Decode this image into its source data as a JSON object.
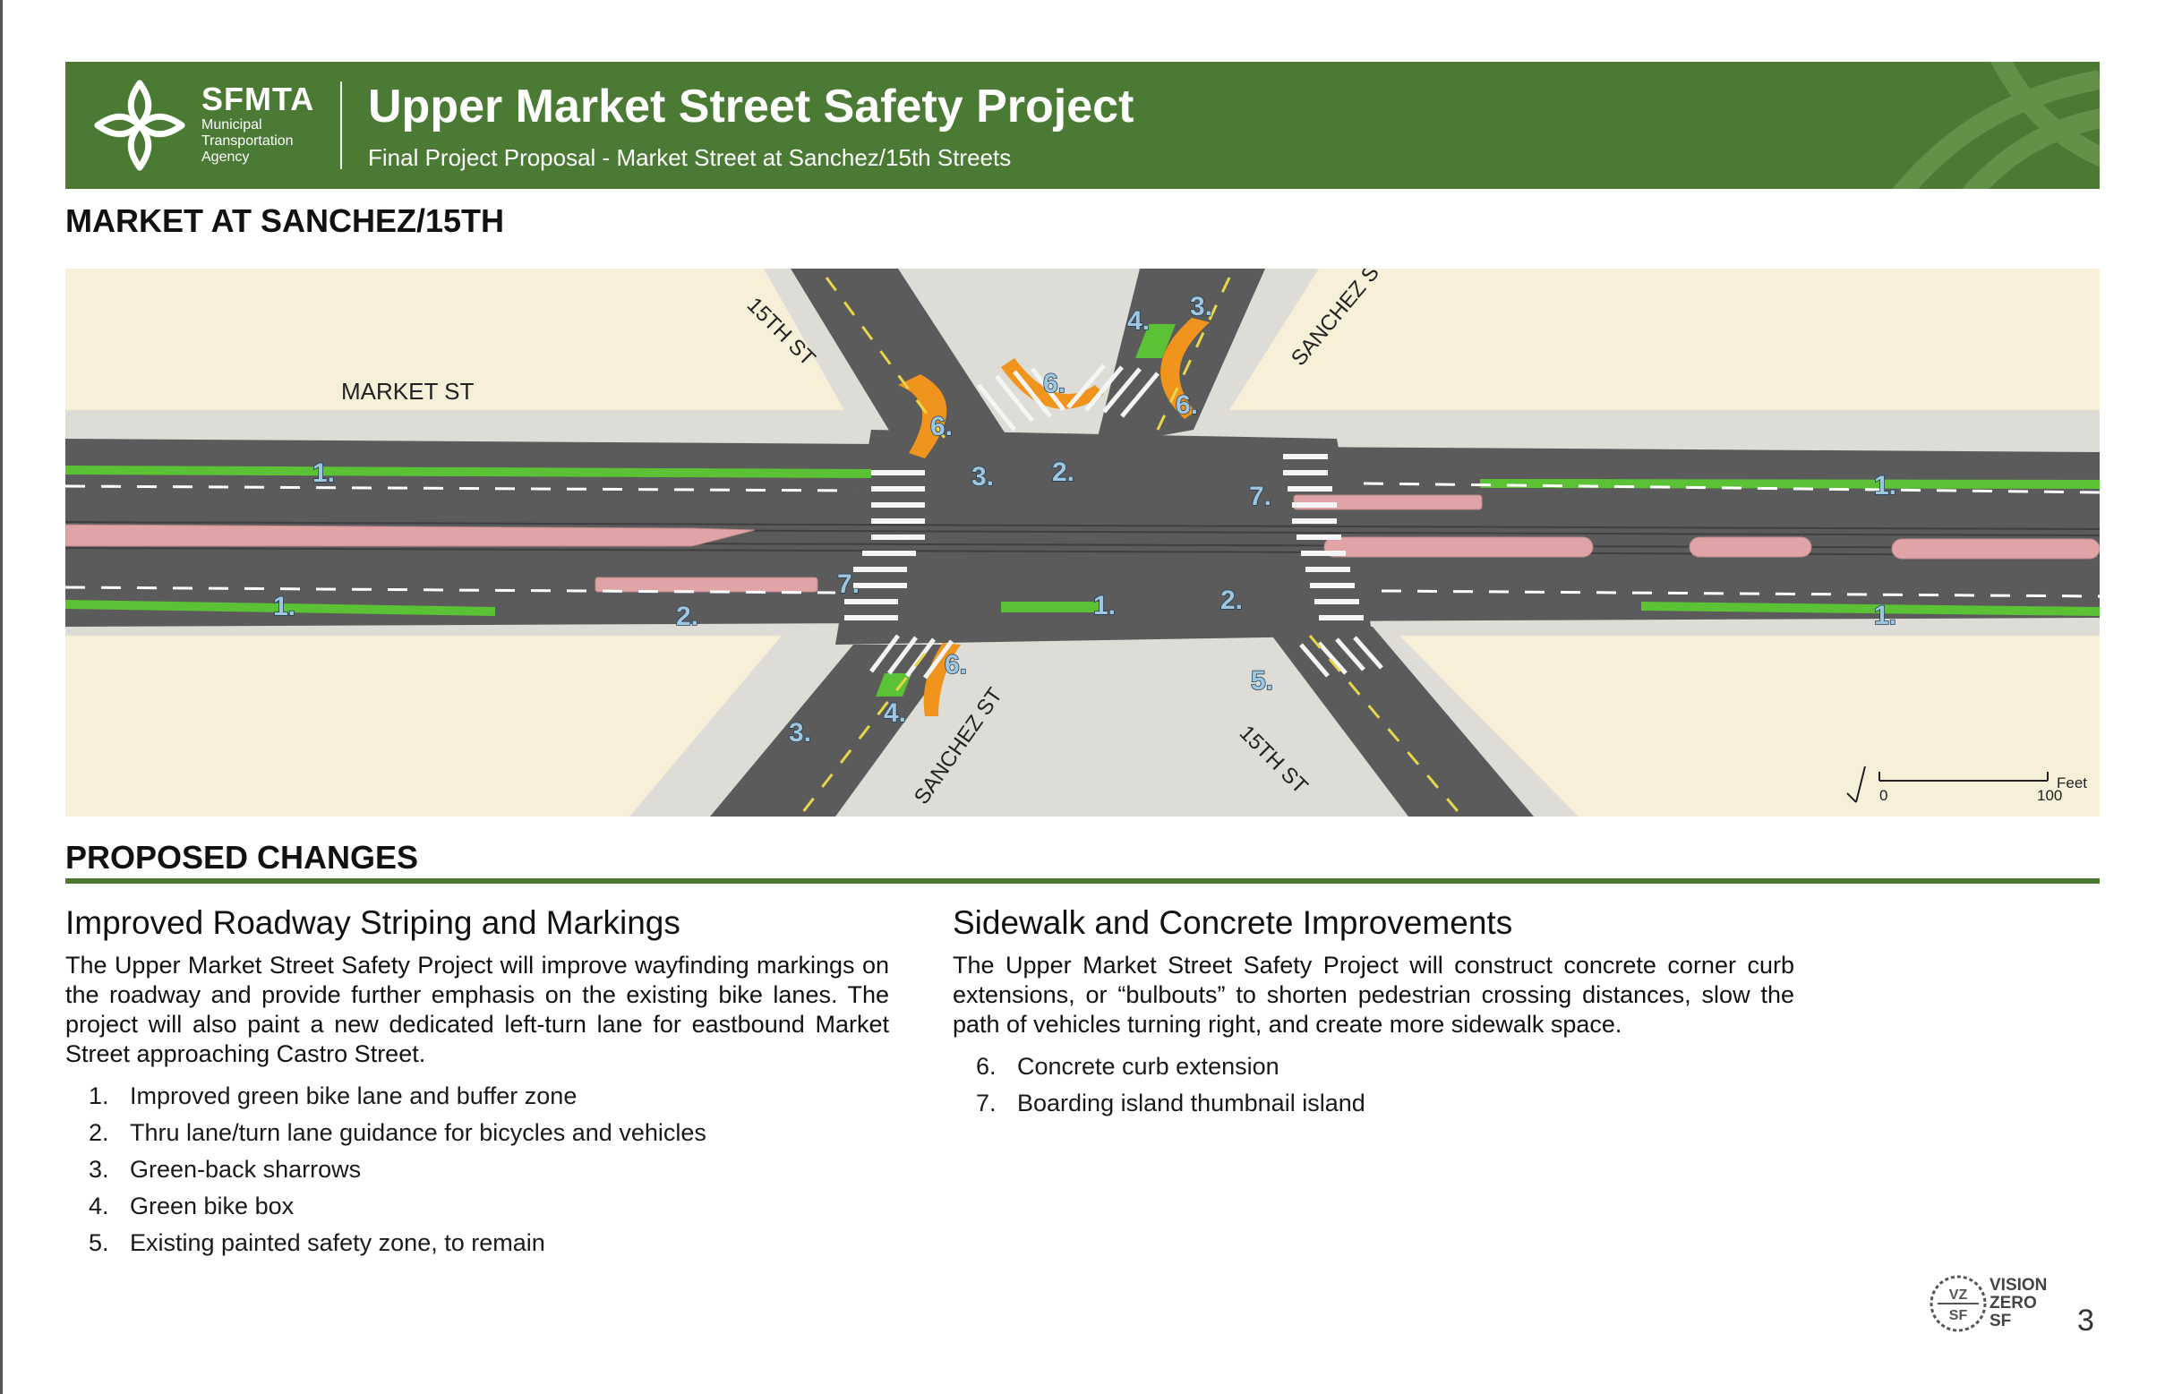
{
  "header": {
    "logo_name": "SFMTA",
    "logo_sub": [
      "Municipal",
      "Transportation",
      "Agency"
    ],
    "title": "Upper Market Street Safety Project",
    "subtitle": "Final Project Proposal - Market Street at Sanchez/15th Streets",
    "bg_color": "#4a7a33"
  },
  "section1": {
    "title": "MARKET AT SANCHEZ/15TH"
  },
  "diagram": {
    "street_labels": {
      "market": "MARKET ST",
      "fifteenth_nw": "15TH ST",
      "sanchez_ne": "SANCHEZ ST",
      "sanchez_sw": "SANCHEZ ST",
      "fifteenth_se": "15TH ST"
    },
    "markers": {
      "m1a": "1.",
      "m1b": "1.",
      "m1c": "1.",
      "m1d": "1.",
      "m1e": "1.",
      "m2a": "2.",
      "m2b": "2.",
      "m2c": "2.",
      "m3a": "3.",
      "m3b": "3.",
      "m3c": "3.",
      "m4a": "4.",
      "m4b": "4.",
      "m5": "5.",
      "m6a": "6.",
      "m6b": "6.",
      "m6c": "6.",
      "m6d": "6.",
      "m7a": "7.",
      "m7b": "7."
    },
    "scale": {
      "unit": "Feet",
      "start": "0",
      "end": "100"
    },
    "colors": {
      "asphalt": "#5b5b5b",
      "sidewalk": "#dddcd6",
      "land": "#f7efd7",
      "bike_lane": "#5bc236",
      "bulbout": "#f0941e",
      "island": "#e0a4a6",
      "marker": "#9fc6dd"
    }
  },
  "section2": {
    "title": "PROPOSED CHANGES"
  },
  "left": {
    "heading": "Improved Roadway Striping and Markings",
    "paragraph": "The Upper Market Street Safety Project will improve wayfinding markings on the roadway and provide further emphasis on the existing bike lanes. The project will also paint a new dedicated left-turn lane for eastbound Market Street approaching Castro Street.",
    "items": [
      {
        "num": "1.",
        "text": "Improved green bike lane and buffer zone"
      },
      {
        "num": "2.",
        "text": "Thru lane/turn lane guidance for bicycles and vehicles"
      },
      {
        "num": "3.",
        "text": "Green-back sharrows"
      },
      {
        "num": "4.",
        "text": "Green bike box"
      },
      {
        "num": "5.",
        "text": "Existing painted safety zone, to remain"
      }
    ]
  },
  "right": {
    "heading": "Sidewalk and Concrete Improvements",
    "paragraph": "The Upper Market Street Safety Project will construct concrete corner curb extensions, or “bulbouts” to shorten pedestrian crossing distances, slow the path of vehicles turning right, and create more sidewalk space.",
    "items": [
      {
        "num": "6.",
        "text": "Concrete curb extension"
      },
      {
        "num": "7.",
        "text": "Boarding island thumbnail island"
      }
    ]
  },
  "footer": {
    "vz_letters": [
      "VZ",
      "SF"
    ],
    "vz_lines": [
      "VISION",
      "ZERO",
      "SF"
    ],
    "page_number": "3"
  }
}
